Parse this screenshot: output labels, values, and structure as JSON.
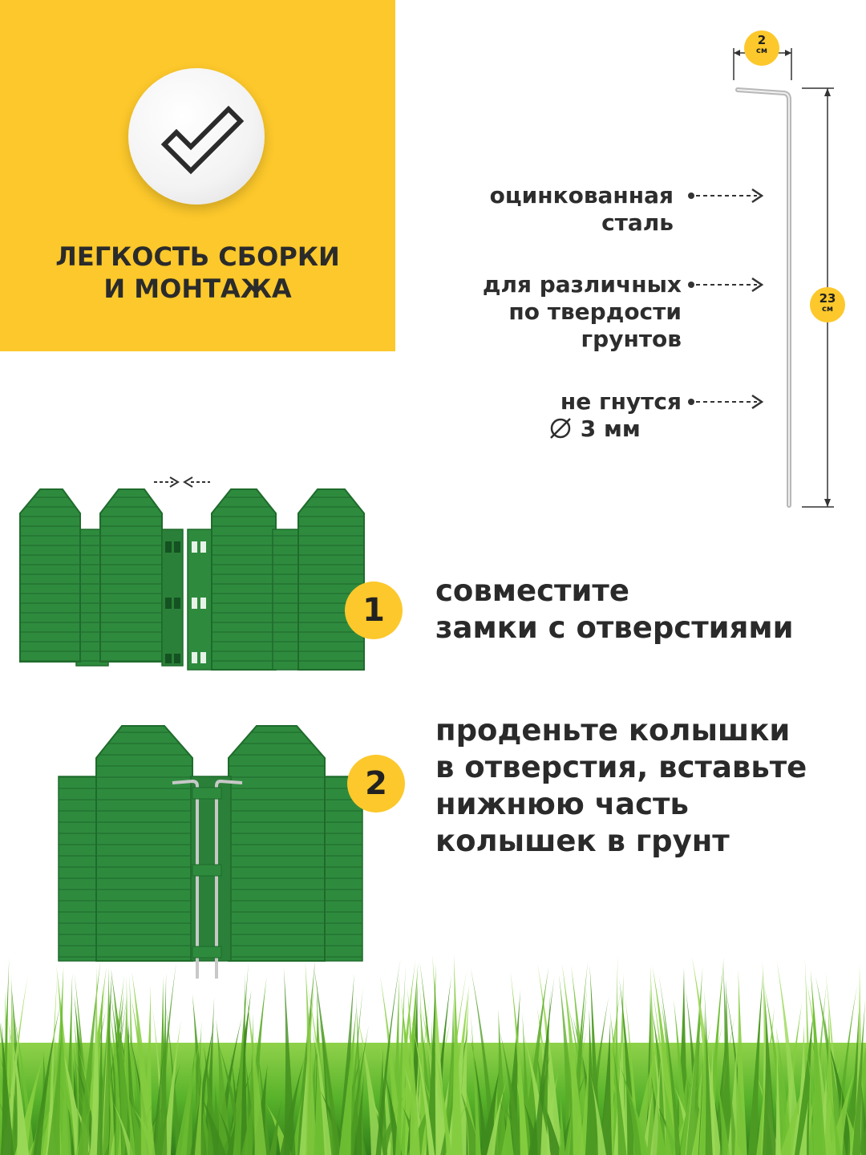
{
  "header": {
    "title_line1": "ЛЕГКОСТЬ СБОРКИ",
    "title_line2": "И МОНТАЖА"
  },
  "icons": {
    "checkmark": "checkmark-icon",
    "diameter": "diameter-icon"
  },
  "stake": {
    "width_value": "2",
    "width_unit": "см",
    "height_value": "23",
    "height_unit": "см"
  },
  "specs": [
    {
      "line1": "оцинкованная",
      "line2": "сталь"
    },
    {
      "line1": "для различных",
      "line2": "по твердости",
      "line3": "грунтов"
    },
    {
      "line1": "не гнутся",
      "line2": "3 мм"
    }
  ],
  "steps": [
    {
      "number": "1",
      "line1": "совместите",
      "line2": "замки с отверстиями"
    },
    {
      "number": "2",
      "line1": "проденьте колышки",
      "line2": "в отверстия, вставьте",
      "line3": "нижнюю часть",
      "line4": "колышек в грунт"
    }
  ],
  "colors": {
    "accent_yellow": "#fcc82b",
    "fence_green": "#2e8b3e",
    "grass_green": "#5cb82e",
    "text_dark": "#2a2a2a"
  }
}
